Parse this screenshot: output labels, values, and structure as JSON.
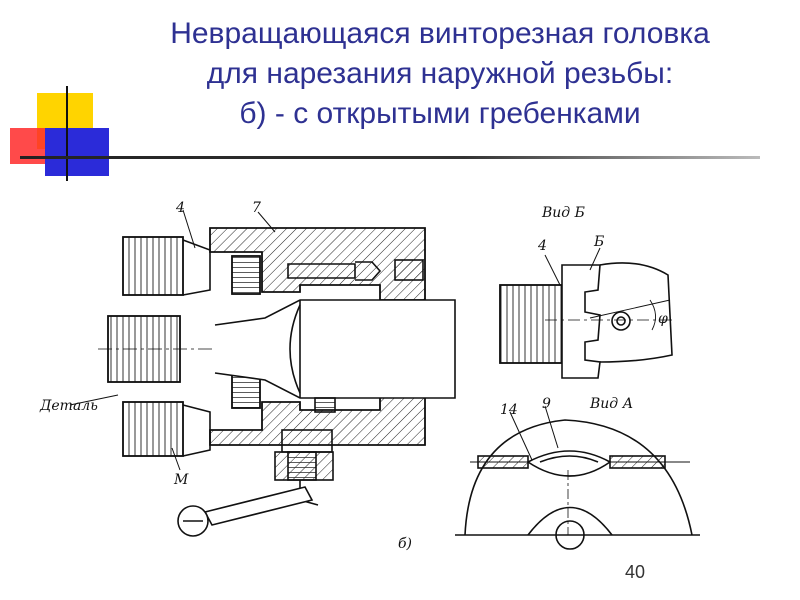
{
  "slide": {
    "title_lines": [
      "Невращающаяся винторезная головка",
      "для нарезания наружной резьбы:",
      "б) - с открытыми гребенками"
    ],
    "page_number": "40"
  },
  "drawing": {
    "labels": {
      "part_4": "4",
      "part_7": "7",
      "detal": "Деталь",
      "m": "М",
      "fig_b": "б)",
      "vid_b": "Вид Б",
      "vid_b_4": "4",
      "vid_b_b": "Б",
      "phi": "φ",
      "vid_a": "Вид А",
      "part_14": "14",
      "part_9": "9"
    }
  },
  "colors": {
    "title": "#2e3192",
    "accent_yellow": "#ffd400",
    "accent_red": "#ff2a2a",
    "accent_blue": "#2b2bd9"
  }
}
